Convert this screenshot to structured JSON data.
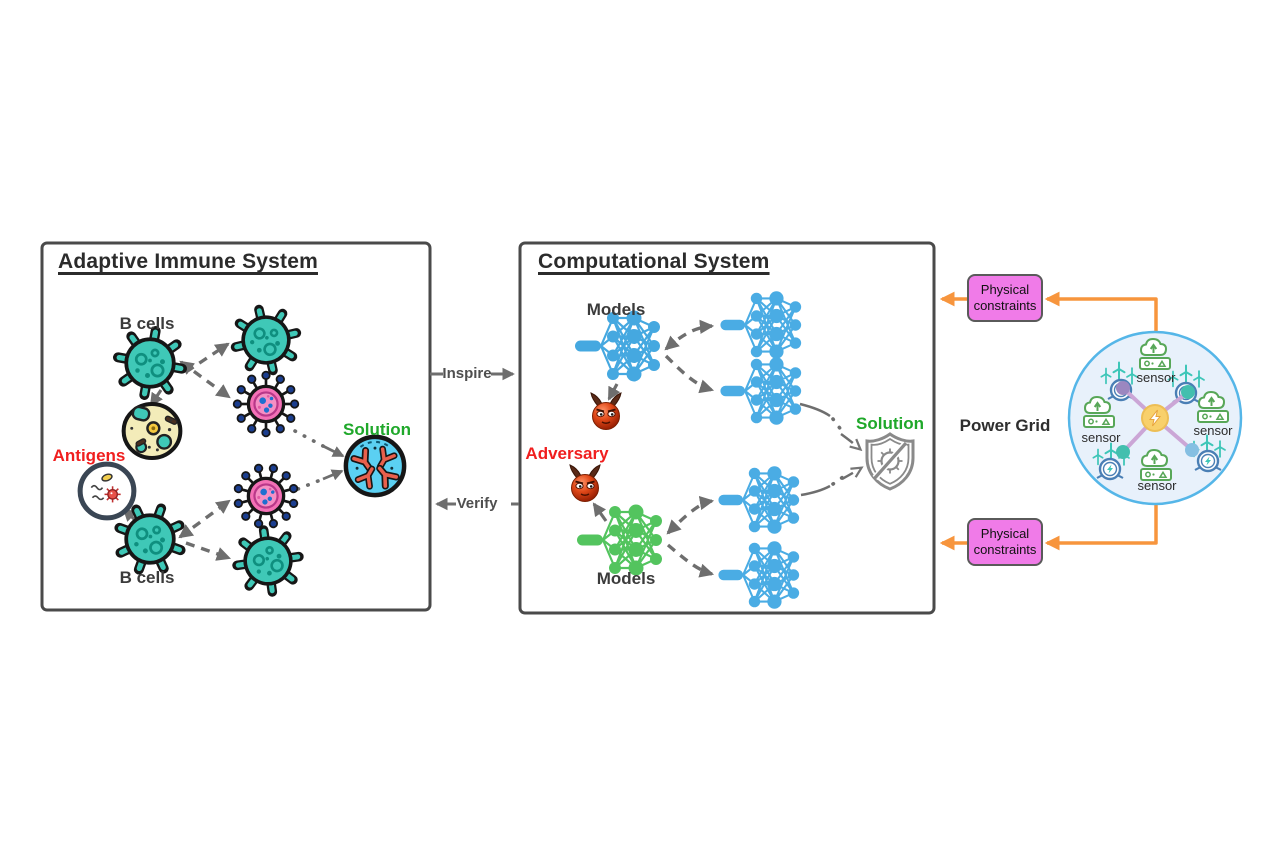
{
  "immune_system": {
    "title": "Adaptive Immune System",
    "b_cells_top": "B cells",
    "b_cells_bottom": "B cells",
    "antigens": "Antigens",
    "solution": "Solution"
  },
  "computational_system": {
    "title": "Computational System",
    "models_top": "Models",
    "models_bottom": "Models",
    "adversary": "Adversary",
    "solution": "Solution"
  },
  "flow": {
    "inspire": "Inspire",
    "verify": "Verify"
  },
  "power_grid": {
    "label": "Power Grid",
    "sensors": [
      {
        "label": "sensor"
      },
      {
        "label": "sensor"
      },
      {
        "label": "sensor"
      },
      {
        "label": "sensor"
      }
    ],
    "constraints": [
      {
        "label": "Physical constraints"
      },
      {
        "label": "Physical constraints"
      }
    ]
  },
  "icons": {
    "b_cell": "teal-spiky-cell-icon",
    "virus_pink": "pink-virus-icon",
    "antigen_cell": "yellow-cell-icon",
    "petri_dish": "petri-dish-icon",
    "antibody_solution": "antibody-circle-icon",
    "shield_solution": "shield-no-virus-icon",
    "adversary": "devil-emoji-icon",
    "neural_network": "mlp-network-icon",
    "sensor": "cloud-upload-sensor-icon",
    "wind_turbine": "wind-turbine-icon",
    "generator": "generator-bolt-icon",
    "grid_hub": "power-hub-icon"
  },
  "colors": {
    "box_border": "#4a4a4a",
    "arrow_gray": "#6e6e6e",
    "accent_orange": "#F7953D",
    "constraint_pink": "#F07BE8",
    "solution_green": "#1fa82a",
    "alert_red": "#f01e1e",
    "network_blue": "#45A8E0",
    "network_green": "#53C45E",
    "cell_teal": "#3FC8B7",
    "virus_pink": "#F470B6",
    "grid_fill": "#E8F1FB",
    "grid_stroke": "#55B6E8",
    "sensor_green": "#58A758"
  }
}
